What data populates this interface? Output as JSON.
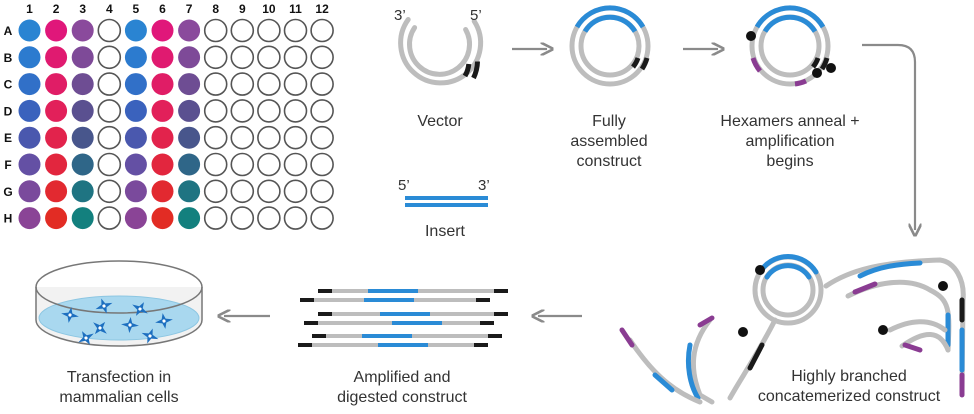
{
  "plate": {
    "columns": [
      "1",
      "2",
      "3",
      "4",
      "5",
      "6",
      "7",
      "8",
      "9",
      "10",
      "11",
      "12"
    ],
    "rows": [
      "A",
      "B",
      "C",
      "D",
      "E",
      "F",
      "G",
      "H"
    ],
    "well_colors": [
      [
        "#2a84d2",
        "#e0177a",
        "#8a4a9c",
        null,
        "#2a84d2",
        "#e0177a",
        "#8a4a9c",
        null,
        null,
        null,
        null,
        null
      ],
      [
        "#2c7bcf",
        "#e01a70",
        "#7e4a98",
        null,
        "#2c7bcf",
        "#e01a70",
        "#7e4a98",
        null,
        null,
        null,
        null,
        null
      ],
      [
        "#3170c8",
        "#e01d66",
        "#6e4d93",
        null,
        "#3170c8",
        "#e01d66",
        "#6e4d93",
        null,
        null,
        null,
        null,
        null
      ],
      [
        "#3a62bd",
        "#e2205a",
        "#5a5090",
        null,
        "#3a62bd",
        "#e2205a",
        "#5a5090",
        null,
        null,
        null,
        null,
        null
      ],
      [
        "#4a58ae",
        "#e2234c",
        "#48568c",
        null,
        "#4a58ae",
        "#e2234c",
        "#48568c",
        null,
        null,
        null,
        null,
        null
      ],
      [
        "#6450a4",
        "#e2263e",
        "#2f6688",
        null,
        "#6450a4",
        "#e2263e",
        "#2f6688",
        null,
        null,
        null,
        null,
        null
      ],
      [
        "#7a4a9c",
        "#e22930",
        "#1f7482",
        null,
        "#7a4a9c",
        "#e22930",
        "#1f7482",
        null,
        null,
        null,
        null,
        null
      ],
      [
        "#8a4496",
        "#e22c24",
        "#13807e",
        null,
        "#8a4496",
        "#e22c24",
        "#13807e",
        null,
        null,
        null,
        null,
        null
      ]
    ]
  },
  "labels": {
    "vector_3prime": "3’",
    "vector_5prime": "5’",
    "vector": "Vector",
    "insert_5prime": "5’",
    "insert_3prime": "3’",
    "insert": "Insert",
    "assembled": [
      "Fully",
      "assembled",
      "construct"
    ],
    "hexamers": [
      "Hexamers anneal +",
      "amplification",
      "begins"
    ],
    "branched": [
      "Highly branched",
      "concatemerized construct"
    ],
    "digested": [
      "Amplified and",
      "digested construct"
    ],
    "transfection": [
      "Transfection in",
      "mammalian cells"
    ]
  },
  "colors": {
    "gray": "#bdbdbd",
    "blue": "#2a8bd6",
    "black": "#1a1a1a",
    "purple": "#8a3c92",
    "arrow": "#8a8a8a",
    "dish_liquid": "#a9d8ef",
    "cell": "#1d6fc0"
  }
}
